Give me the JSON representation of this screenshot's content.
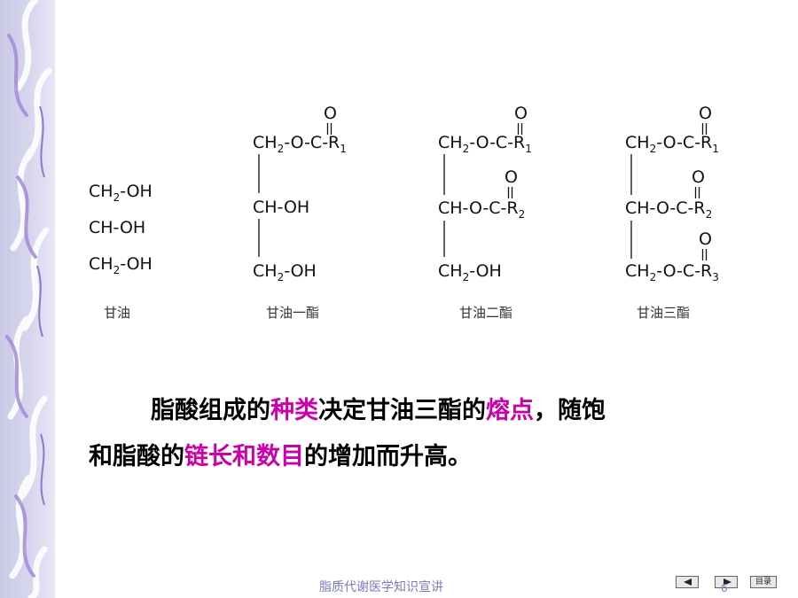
{
  "structures": {
    "glycerol": {
      "row1": [
        "CH",
        "2",
        "-OH"
      ],
      "row2": "CH-OH",
      "row3": [
        "CH",
        "2",
        "-OH"
      ],
      "caption": "甘油"
    },
    "monoglyceride": {
      "carbonyl_o": "O",
      "row1": [
        "CH",
        "2",
        "-O-C-R",
        "1"
      ],
      "row2": "CH-OH",
      "row3": [
        "CH",
        "2",
        "-OH"
      ],
      "caption": "甘油一酯"
    },
    "diglyceride": {
      "carbonyl_o1": "O",
      "carbonyl_o2": "O",
      "row1": [
        "CH",
        "2",
        "-O-C-R",
        "1"
      ],
      "row2": [
        "CH-O-C-R",
        "2"
      ],
      "row3": [
        "CH",
        "2",
        "-OH"
      ],
      "caption": "甘油二酯"
    },
    "triglyceride": {
      "carbonyl_o1": "O",
      "carbonyl_o2": "O",
      "carbonyl_o3": "O",
      "row1": [
        "CH",
        "2",
        "-O-C-R",
        "1"
      ],
      "row2": [
        "CH-O-C-R",
        "2"
      ],
      "row3": [
        "CH",
        "2",
        "-O-C-R",
        "3"
      ],
      "caption": "甘油三酯"
    }
  },
  "paragraph": {
    "line1": {
      "t1": "脂酸组成的",
      "h1": "种类",
      "t2": "决定甘油三酯的",
      "h2": "熔点",
      "t3": "，随饱"
    },
    "line2": {
      "t1": "和脂酸的",
      "h1": "链长和数目",
      "t2": "的增加而升高。"
    }
  },
  "footer": {
    "title": "脂质代谢医学知识宣讲",
    "page": "6",
    "menu_label": "目录"
  },
  "colors": {
    "highlight": "#cc00aa",
    "sidebar": "#c9c9e6",
    "footer_text": "#7a7ab8"
  }
}
